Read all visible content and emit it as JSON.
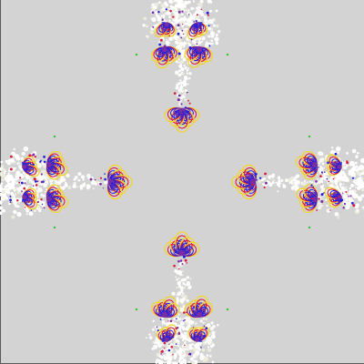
{
  "image": {
    "subject": "fractal",
    "symmetry": "4-fold"
  },
  "colors": {
    "background": "#d3d3d3",
    "white": "#ffffff",
    "cream": "#ecebdd",
    "blue": "#1f1fe0",
    "purple": "#7a2ca0",
    "red": "#d61a3c",
    "yellow": "#f0d43a",
    "green_dot": "#35c335",
    "dark_line": "#5a5a5a"
  },
  "elements": {
    "arms": [
      "arm-top",
      "arm-right",
      "arm-bottom",
      "arm-left"
    ],
    "marker_dots": 8
  }
}
